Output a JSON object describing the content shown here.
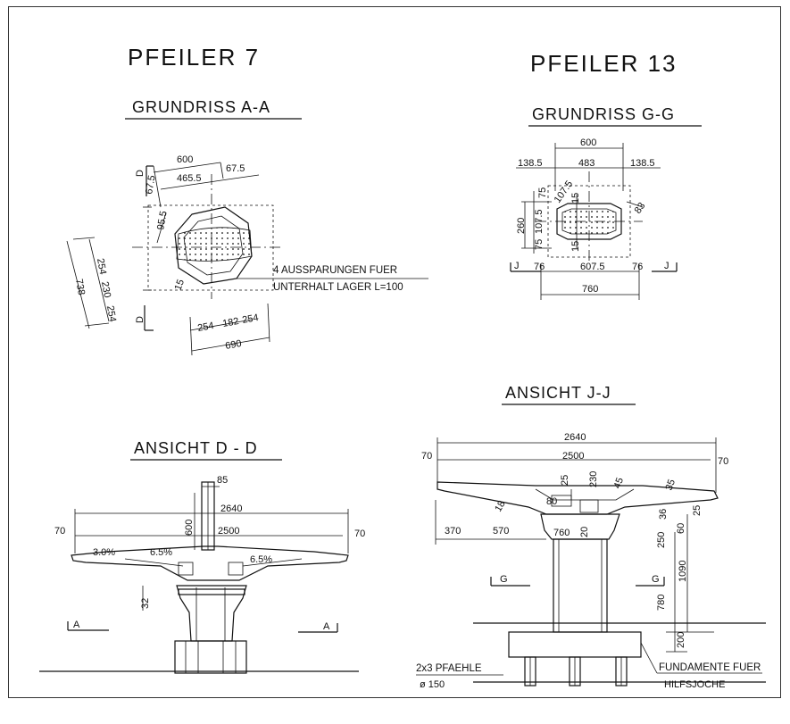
{
  "pier7": {
    "title": "PFEILER  7",
    "plan_title": "GRUNDRISS  A-A",
    "plan_dims": {
      "d600": "600",
      "d465": "465.5",
      "d67a": "67.5",
      "d67b": "67.5",
      "d95": "95.5",
      "d254a": "254",
      "d230": "230",
      "d254b": "254",
      "d738": "738",
      "d15": "15",
      "b254a": "254",
      "b182": "182",
      "b254b": "254",
      "b690": "690",
      "sectD1": "D",
      "sectD2": "D"
    },
    "plan_note1": "4 AUSSPARUNGEN FUER",
    "plan_note2": "UNTERHALT LAGER L=100",
    "view_title": "ANSICHT  D - D",
    "view_dims": {
      "d85": "85",
      "d600": "600",
      "d2640": "2640",
      "d2500": "2500",
      "d70a": "70",
      "d70b": "70",
      "s30": "3.0%",
      "s65a": "6.5%",
      "s65b": "6.5%",
      "d32": "32",
      "secA1": "A",
      "secA2": "A"
    }
  },
  "pier13": {
    "title": "PFEILER  13",
    "plan_title": "GRUNDRISS  G-G",
    "plan_dims": {
      "d600": "600",
      "d1385a": "138.5",
      "d483": "483",
      "d1385b": "138.5",
      "d75a": "75",
      "d1075a": "107.5",
      "d15a": "15",
      "d83": "83",
      "d260": "260",
      "d1075b": "107.5",
      "d75b": "75",
      "d15b": "15",
      "J1": "J",
      "d76a": "76",
      "d6075": "607.5",
      "d76b": "76",
      "J2": "J",
      "d760": "760"
    },
    "view_title": "ANSICHT  J-J",
    "view_dims": {
      "d2640": "2640",
      "d70a": "70",
      "d2500": "2500",
      "d70b": "70",
      "d25": "25",
      "d230": "230",
      "d45": "45",
      "d35": "35",
      "d18": "18",
      "d80": "80",
      "d25b": "25",
      "d36": "36",
      "d370": "370",
      "d570": "570",
      "d760": "760",
      "d20": "20",
      "d250": "250",
      "d60": "60",
      "G1": "G",
      "G2": "G",
      "d1090": "1090",
      "d780": "780",
      "d200": "200"
    },
    "piles_label": "2x3  PFAEHLE",
    "piles_dia": "ø 150",
    "foundation_label": "FUNDAMENTE  FUER",
    "foundation_label2": "HILFSJOCHE"
  }
}
